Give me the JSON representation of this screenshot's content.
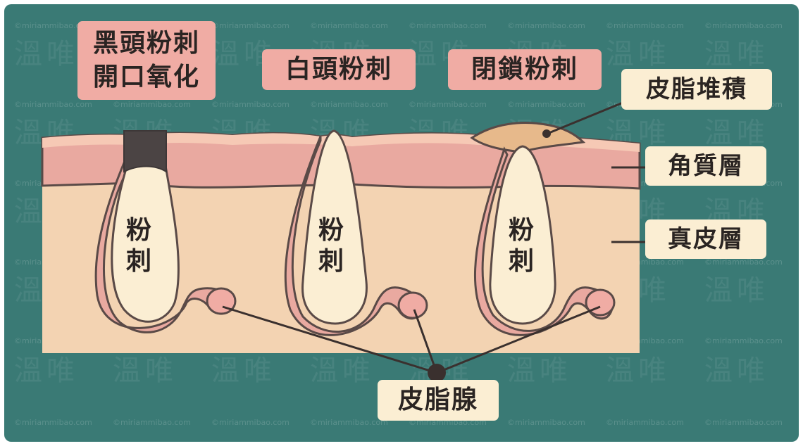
{
  "labels": {
    "blackhead": [
      "黑頭粉刺",
      "開口氧化"
    ],
    "whitehead": "白頭粉刺",
    "closed_comedone": "閉鎖粉刺",
    "sebum_buildup": "皮脂堆積",
    "stratum_corneum": "角質層",
    "dermis": "真皮層",
    "sebaceous_gland": "皮脂腺"
  },
  "comedone_label": [
    "粉",
    "刺"
  ],
  "watermark": {
    "site": "©miriammibao.com",
    "logo_chars": [
      "溫",
      "唯"
    ]
  },
  "colors": {
    "background": "#3a7a75",
    "skin_dermis": "#f3d3b2",
    "stratum_corneum": "#e9a9a0",
    "surface_layer": "#f6c9b5",
    "outline": "#5a4a47",
    "follicle_wall": "#e9a9a0",
    "comedone": "#fbeed3",
    "blackhead_plug": "#4b4444",
    "sebum_buildup": "#e7b98b",
    "label_pink": "#f0aca4",
    "label_cream": "#fbeed3",
    "text": "#2a2422"
  }
}
